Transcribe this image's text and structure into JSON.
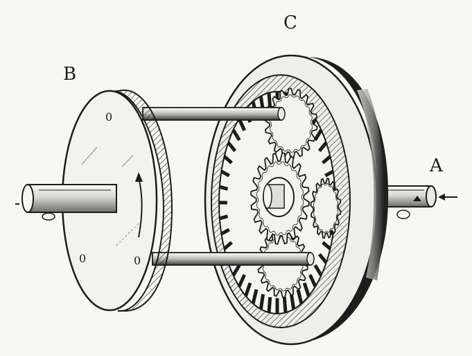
{
  "labels": {
    "a": "A",
    "b": "B",
    "c": "C"
  },
  "carrier_marks": [
    "0",
    "0",
    "0"
  ],
  "colors": {
    "ink": "#1c1c1c",
    "paper": "#f7f7f4",
    "metal_light": "#e9e9e4",
    "metal_dark": "#2a2a2a"
  },
  "parts": {
    "input_shaft": "shaft-a",
    "output_shaft": "shaft-b",
    "ring_gear": "annulus-c",
    "carrier": "planet-carrier",
    "sun_gear": "sun-gear",
    "planet_gears": 3
  }
}
